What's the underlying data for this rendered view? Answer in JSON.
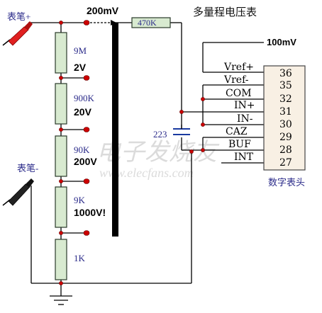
{
  "title": "多量程电压表",
  "probes": {
    "positive": "表笔+",
    "negative": "表笔-"
  },
  "input_ranges": [
    {
      "label": "200mV"
    },
    {
      "label": "2V"
    },
    {
      "label": "20V"
    },
    {
      "label": "200V"
    },
    {
      "label": "1000V!"
    }
  ],
  "resistors": [
    {
      "value": "9M"
    },
    {
      "value": "900K"
    },
    {
      "value": "90K"
    },
    {
      "value": "9K"
    },
    {
      "value": "1K"
    }
  ],
  "series_resistor": "470K",
  "capacitor": "223",
  "reference_voltage": "100mV",
  "ic_pins": [
    {
      "name": "Vref+",
      "number": "36"
    },
    {
      "name": "Vref-",
      "number": "35"
    },
    {
      "name": "COM",
      "number": "32"
    },
    {
      "name": "IN+",
      "number": "31"
    },
    {
      "name": "IN-",
      "number": "30"
    },
    {
      "name": "CAZ",
      "number": "29"
    },
    {
      "name": "BUF",
      "number": "28"
    },
    {
      "name": "INT",
      "number": "27"
    }
  ],
  "ic_label": "数字表头",
  "watermark": {
    "cn": "电子发烧友",
    "url": "www.elecfans.com"
  },
  "colors": {
    "wire": "#000000",
    "resistor_fill": "#d8ead0",
    "dot": "#cc0000",
    "probe_red": "#e02020",
    "ic_fill": "#f8f0e4",
    "text_blue": "#2b2b8a"
  }
}
